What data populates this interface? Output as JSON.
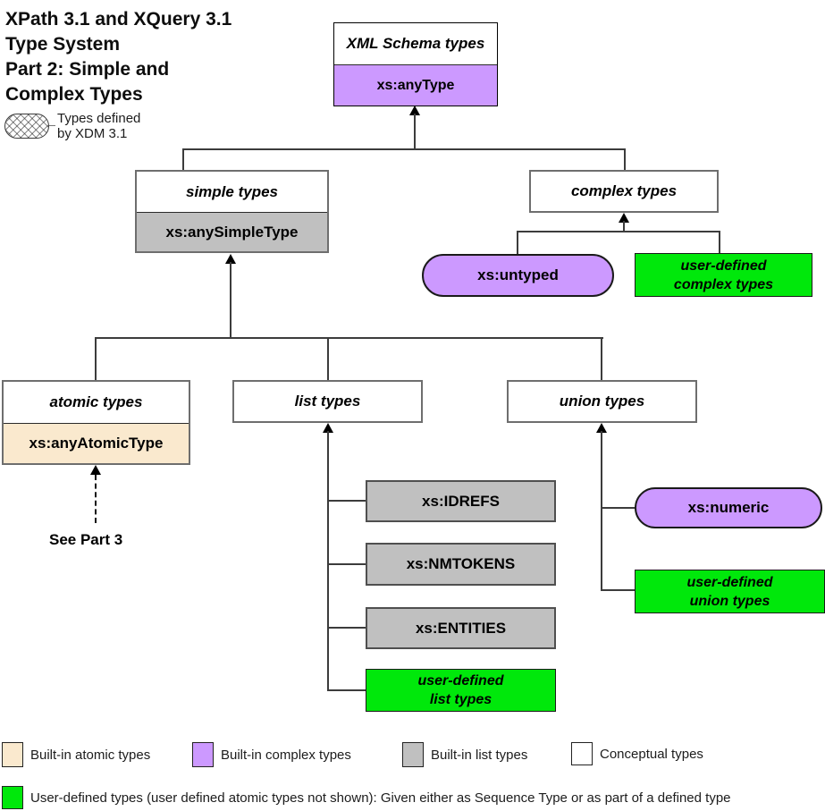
{
  "title": {
    "text": "XPath 3.1 and XQuery 3.1\nType System\nPart 2: Simple and\nComplex Types"
  },
  "xdm_note": {
    "text": "Types defined\nby XDM 3.1"
  },
  "nodes": {
    "xml_schema": {
      "header": "XML Schema types",
      "type_label": "xs:anyType"
    },
    "simple": {
      "header": "simple types",
      "type_label": "xs:anySimpleType"
    },
    "complex": {
      "header": "complex types"
    },
    "atomic": {
      "header": "atomic types",
      "type_label": "xs:anyAtomicType"
    },
    "list": {
      "header": "list types"
    },
    "union": {
      "header": "union types"
    },
    "untyped": {
      "label": "xs:untyped"
    },
    "user_complex": {
      "label": "user-defined\ncomplex types"
    },
    "idrefs": {
      "label": "xs:IDREFS"
    },
    "nmtokens": {
      "label": "xs:NMTOKENS"
    },
    "entities": {
      "label": "xs:ENTITIES"
    },
    "user_list": {
      "label": "user-defined\nlist types"
    },
    "numeric": {
      "label": "xs:numeric"
    },
    "user_union": {
      "label": "user-defined\nunion types"
    }
  },
  "see_part3": {
    "label": "See Part 3"
  },
  "legend": {
    "items": [
      {
        "label": "Built-in atomic types",
        "color": "#fae9ce"
      },
      {
        "label": "Built-in complex types",
        "color": "#cc99ff"
      },
      {
        "label": "Built-in list types",
        "color": "#c0c0c0"
      },
      {
        "label": "Conceptual types",
        "color": "#ffffff"
      }
    ],
    "user_defined": {
      "label": "User-defined types (user defined atomic types not shown):  Given either as Sequence Type or as part of a defined type",
      "color": "#00e80b"
    }
  },
  "colors": {
    "builtin_atomic": "#fae9ce",
    "builtin_complex": "#cc99ff",
    "builtin_list": "#c0c0c0",
    "conceptual": "#ffffff",
    "user_defined": "#00e80b",
    "connector": "#3c3c3c"
  }
}
